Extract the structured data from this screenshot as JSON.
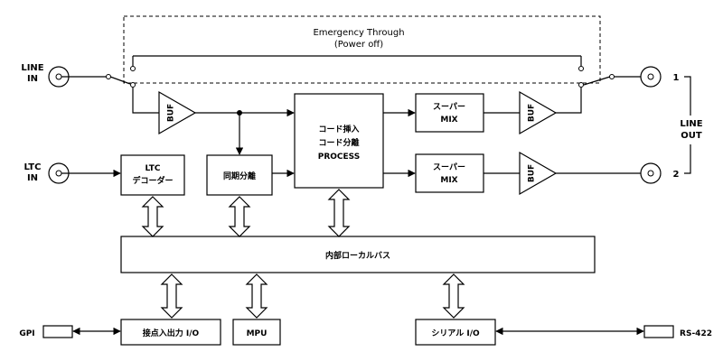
{
  "inputs": {
    "line_in": [
      "LINE",
      "IN"
    ],
    "ltc_in": [
      "LTC",
      "IN"
    ]
  },
  "emergency": {
    "title": "Emergency Through",
    "subtitle": "(Power off)"
  },
  "outputs": {
    "out1": "1",
    "out2": "2",
    "line_out": [
      "LINE",
      "OUT"
    ]
  },
  "blocks": {
    "buffer": "BUF",
    "ltc_decoder": [
      "LTC",
      "デコーダー"
    ],
    "sync_sep": "同期分離",
    "code_process": [
      "コード挿入",
      "コード分離",
      "PROCESS"
    ],
    "super_mix_1": [
      "スーパー",
      "MIX"
    ],
    "super_mix_2": [
      "スーパー",
      "MIX"
    ],
    "internal_bus": "内部ローカルバス",
    "contact_io": "接点入出力 I/O",
    "mpu": "MPU",
    "serial_io": "シリアル I/O"
  },
  "ports": {
    "gpi": "GPI",
    "rs422": "RS-422"
  }
}
